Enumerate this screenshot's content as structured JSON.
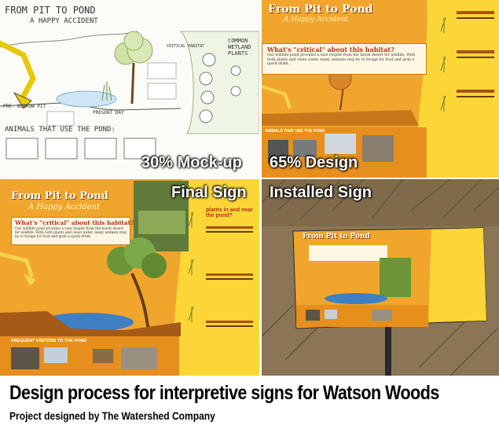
{
  "mockup": {
    "title": "FROM PIT TO POND",
    "subtitle": "A HAPPY ACCIDENT",
    "label_critical": "CRITICAL HABITAT",
    "label_wetland": "COMMON WETLAND PLANTS",
    "label_pre": "PRE- BORROW PIT",
    "label_present": "PRESENT DAY",
    "label_animals": "ANIMALS THAT USE THE POND:",
    "stage_label": "30% Mock-up"
  },
  "design65": {
    "title": "From Pit to Pond",
    "subtitle": "A Happy Accident",
    "question": "What's \"critical\" about this habitat?",
    "question_text": "Our wildlife pond provides a rare respite from the harsh desert for wildlife. With both plants and clean water, many animals stop by to forage for food and grab a quick drink.",
    "animals_label": "ANIMALS THAT USE THE POND",
    "stage_label": "65% Design"
  },
  "final": {
    "title": "From Pit to Pond",
    "subtitle": "A Happy Accident",
    "question": "What's \"critical\" about this habitat?",
    "question_text": "Our wildlife pond provides a rare respite from the harsh desert for wildlife. With both plants and clean water, many animals stop by to forage for food and grab a quick drink.",
    "visitors_label": "FREQUENT VISITORS TO THE POND",
    "side_question": "plants in and near the pond?",
    "stage_label": "Final Sign"
  },
  "installed": {
    "title": "From Pit to Pond",
    "stage_label": "Installed Sign"
  },
  "caption": {
    "title": "Design process for interpretive signs for Watson Woods",
    "subtitle": "Project designed by The Watershed Company"
  },
  "colors": {
    "sign_orange": "#f0a52c",
    "sign_yellow": "#fbd636",
    "sky_blue": "#3f7fc4",
    "title_red": "#b5321a"
  }
}
